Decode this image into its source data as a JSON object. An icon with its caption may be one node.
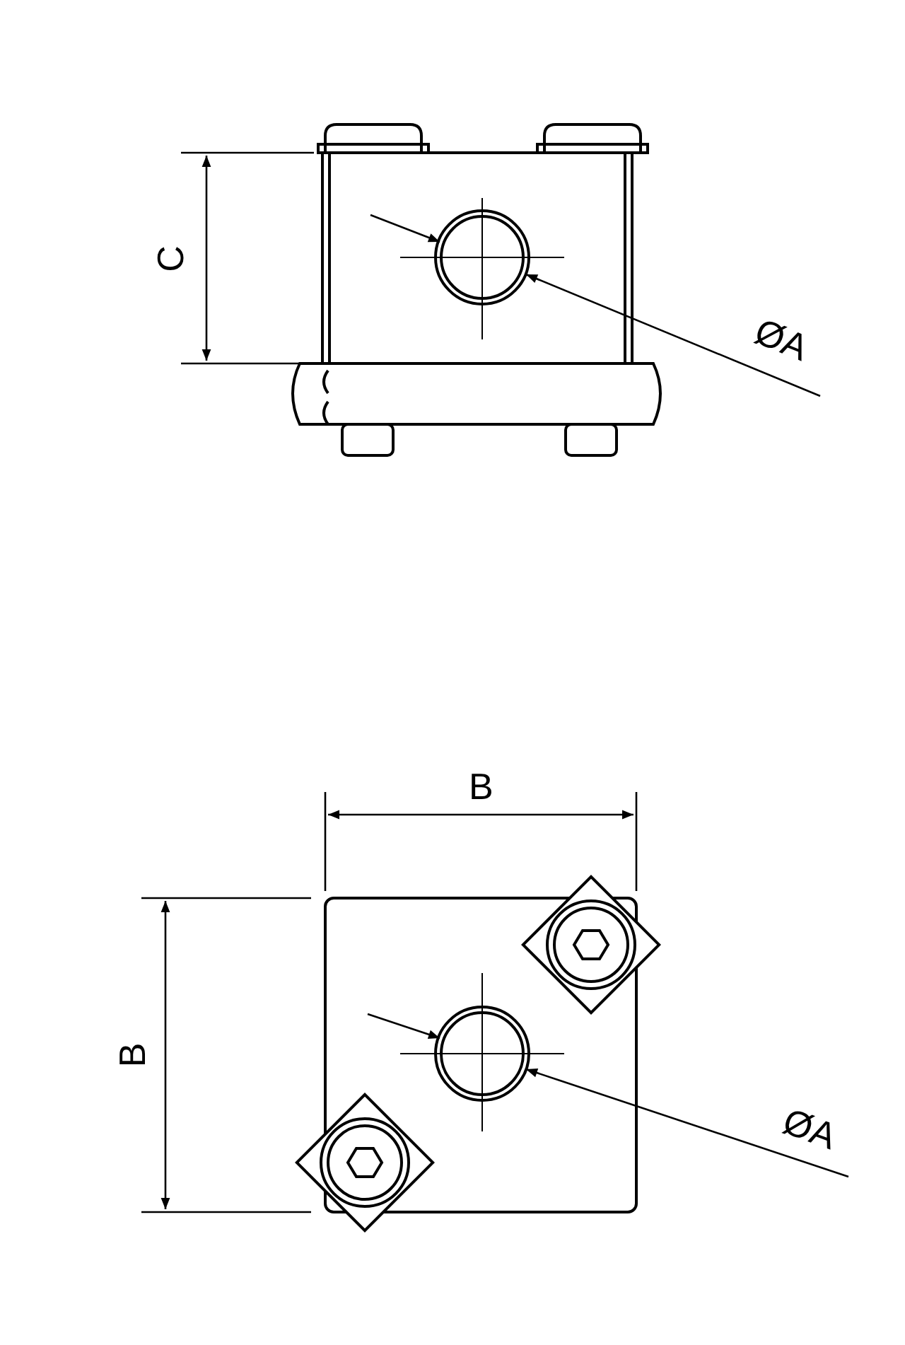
{
  "diagram": {
    "labels": [
      "C",
      "ØA",
      "B",
      "B",
      "ØA"
    ]
  }
}
